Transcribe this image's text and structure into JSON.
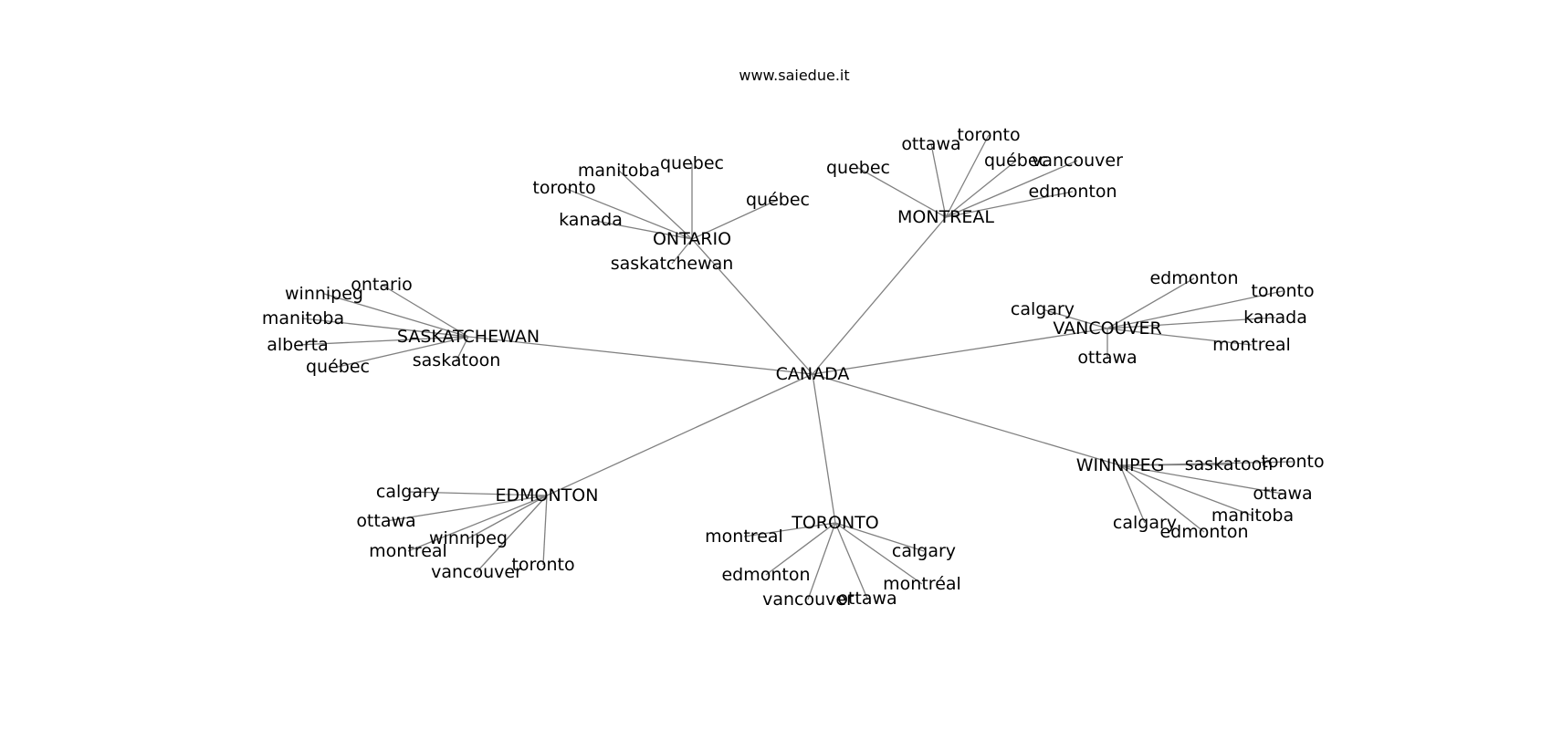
{
  "caption": "www.saiedue.it",
  "root": "CANADA",
  "branches": [
    {
      "name": "MONTREAL",
      "children": [
        "quebec",
        "ottawa",
        "toronto",
        "québec",
        "vancouver",
        "edmonton"
      ]
    },
    {
      "name": "ONTARIO",
      "children": [
        "quebec",
        "manitoba",
        "toronto",
        "kanada",
        "québec",
        "saskatchewan"
      ]
    },
    {
      "name": "SASKATCHEWAN",
      "children": [
        "ontario",
        "winnipeg",
        "manitoba",
        "alberta",
        "québec",
        "saskatoon"
      ]
    },
    {
      "name": "VANCOUVER",
      "children": [
        "edmonton",
        "toronto",
        "calgary",
        "kanada",
        "montreal",
        "ottawa"
      ]
    },
    {
      "name": "EDMONTON",
      "children": [
        "calgary",
        "ottawa",
        "winnipeg",
        "montreal",
        "vancouver",
        "toronto"
      ]
    },
    {
      "name": "TORONTO",
      "children": [
        "montreal",
        "calgary",
        "edmonton",
        "montréal",
        "vancouver",
        "ottawa"
      ]
    },
    {
      "name": "WINNIPEG",
      "children": [
        "saskatoon",
        "toronto",
        "ottawa",
        "manitoba",
        "calgary",
        "edmonton"
      ]
    }
  ],
  "colors": {
    "edge": "#808080",
    "text": "#000000",
    "background": "#ffffff"
  }
}
